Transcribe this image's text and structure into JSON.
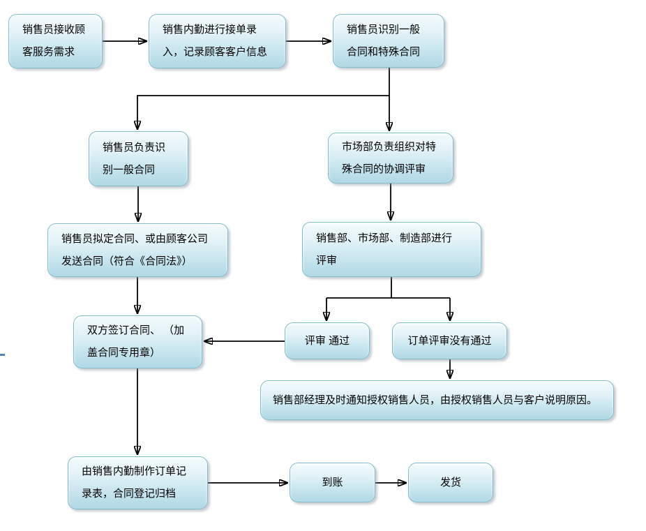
{
  "diagram": {
    "type": "flowchart",
    "language": "zh-CN",
    "nodes": [
      {
        "id": "receive-request",
        "label": "销售员接收顾\n客服务需求"
      },
      {
        "id": "order-entry",
        "label": "销售内勤进行接单录\n入，记录顾客客户信息"
      },
      {
        "id": "identify-contract-type",
        "label": "销售员识别一般\n合同和特殊合同"
      },
      {
        "id": "general-contract",
        "label": "销售员负责识\n别一般合同"
      },
      {
        "id": "special-contract-review",
        "label": "市场部负责组织对特\n殊合同的协调评审"
      },
      {
        "id": "draft-contract",
        "label": "销售员拟定合同、或由顾客公司\n发送合同（符合《合同法》）"
      },
      {
        "id": "dept-review",
        "label": "销售部、市场部、制造部进行\n评审"
      },
      {
        "id": "sign-contract",
        "label": "双方签订合同、 （加\n盖合同专用章）"
      },
      {
        "id": "review-passed",
        "label": "评审 通过"
      },
      {
        "id": "review-failed",
        "label": "订单评审没有通过"
      },
      {
        "id": "notify-customer",
        "label": "销售部经理及时通知授权销售人员，由授权销售人员与客户说明原因。"
      },
      {
        "id": "record-archive",
        "label": "由销售内勤制作订单记\n录表，合同登记归档"
      },
      {
        "id": "payment-received",
        "label": "到账"
      },
      {
        "id": "ship-goods",
        "label": "发货"
      }
    ],
    "edges": [
      {
        "from": "receive-request",
        "to": "order-entry"
      },
      {
        "from": "order-entry",
        "to": "identify-contract-type"
      },
      {
        "from": "identify-contract-type",
        "to": "general-contract"
      },
      {
        "from": "identify-contract-type",
        "to": "special-contract-review"
      },
      {
        "from": "general-contract",
        "to": "draft-contract"
      },
      {
        "from": "special-contract-review",
        "to": "dept-review"
      },
      {
        "from": "draft-contract",
        "to": "sign-contract"
      },
      {
        "from": "dept-review",
        "to": "review-passed"
      },
      {
        "from": "dept-review",
        "to": "review-failed"
      },
      {
        "from": "review-passed",
        "to": "sign-contract"
      },
      {
        "from": "review-failed",
        "to": "notify-customer"
      },
      {
        "from": "sign-contract",
        "to": "record-archive"
      },
      {
        "from": "record-archive",
        "to": "payment-received"
      },
      {
        "from": "payment-received",
        "to": "ship-goods"
      }
    ],
    "colors": {
      "node_fill_top": "#f3fbfd",
      "node_fill_bottom": "#b0d8e5",
      "node_border": "#85bccb",
      "arrow": "#000000",
      "background": "#ffffff",
      "text": "#000000"
    }
  }
}
